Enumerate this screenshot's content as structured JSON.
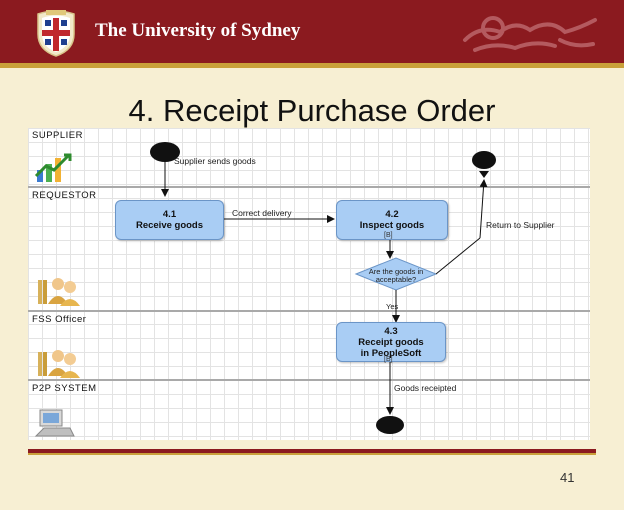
{
  "header": {
    "university_name": "The University of Sydney"
  },
  "slide": {
    "title": "4. Receipt Purchase Order",
    "page_number": "41"
  },
  "lanes": {
    "supplier": "SUPPLIER",
    "requestor": "REQUESTOR",
    "fss_officer": "FSS Officer",
    "p2p_system": "P2P SYSTEM"
  },
  "nodes": {
    "receive": {
      "id": "4.1",
      "name": "Receive goods"
    },
    "inspect": {
      "id": "4.2",
      "name": "Inspect goods",
      "tag": "[B]"
    },
    "decision": {
      "line1": "Are the goods in",
      "line2": "acceptable?"
    },
    "receipt": {
      "id": "4.3",
      "name1": "Receipt goods",
      "name2": "in PeopleSoft",
      "tag": "[B]"
    }
  },
  "labels": {
    "supplier_sends": "Supplier sends goods",
    "correct_delivery": "Correct delivery",
    "return_to_supplier": "Return to Supplier",
    "yes": "Yes",
    "goods_receipted": "Goods receipted"
  },
  "icons": [
    "university-crest-icon",
    "lion-emblem-icon",
    "chart-icon",
    "people-icon",
    "people-icon",
    "computer-icon"
  ]
}
